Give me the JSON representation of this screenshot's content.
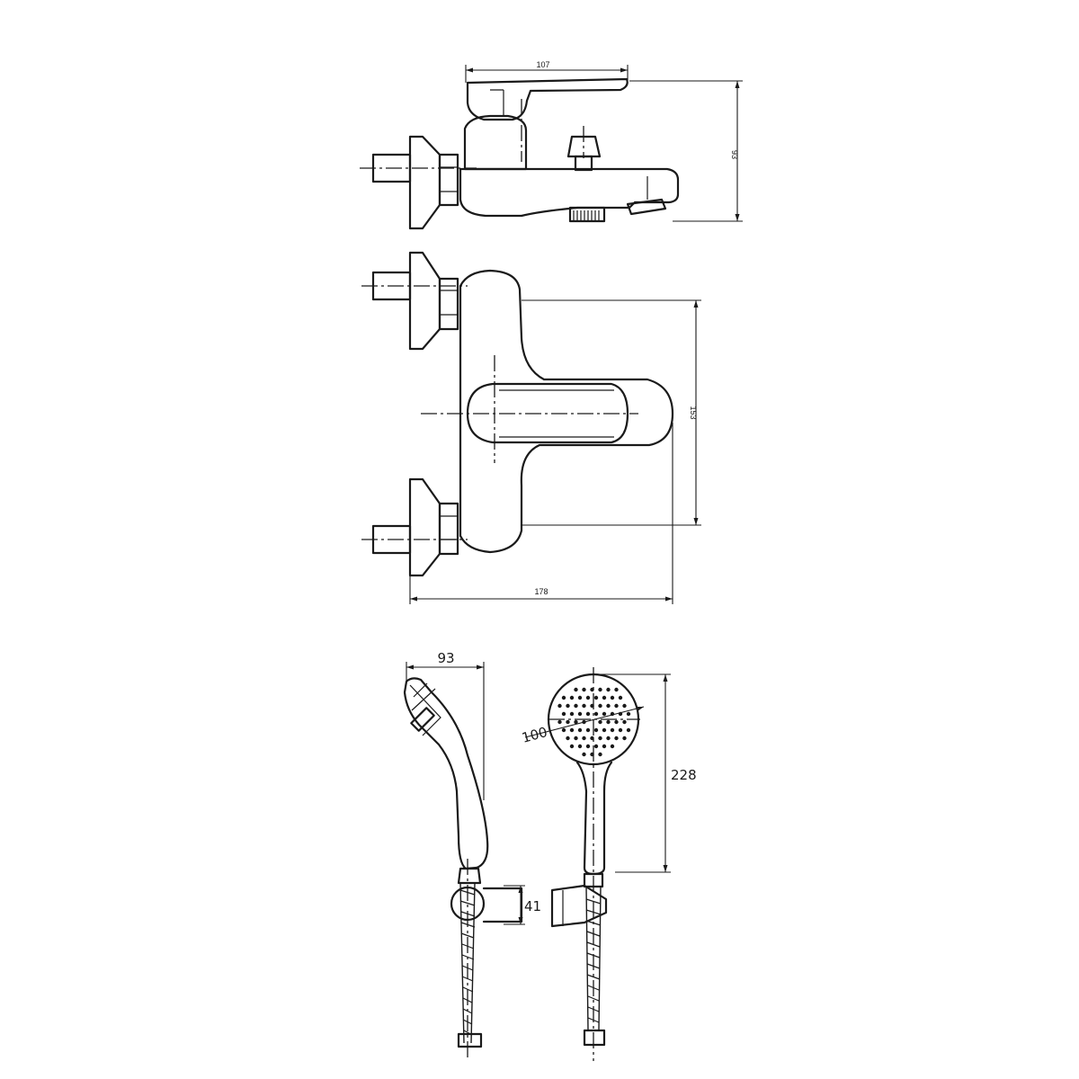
{
  "drawing": {
    "dimensions": {
      "mixer_top_width": "107",
      "mixer_height": "93",
      "mixer_side_depth": "153",
      "mixer_total_width": "178",
      "handshower_side_depth": "93",
      "handshower_head_diameter": "100",
      "handshower_length": "228",
      "holder_height": "41"
    }
  },
  "colors": {
    "line": "#1a1a1a",
    "background": "#ffffff"
  }
}
